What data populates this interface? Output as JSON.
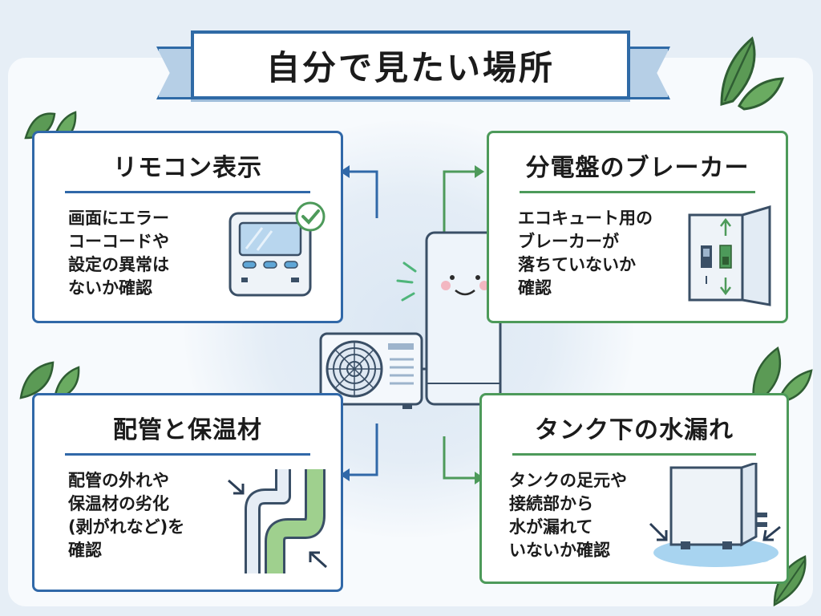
{
  "title": "自分で見たい場所",
  "cards": {
    "remote": {
      "title": "リモコン表示",
      "lines": [
        "画面にエラー",
        "コーコードや",
        "設定の異常は",
        "ないか確認"
      ]
    },
    "breaker": {
      "title": "分電盤のブレーカー",
      "lines": [
        "エコキュート用の",
        "ブレーカーが",
        "落ちていないか",
        "確認"
      ]
    },
    "piping": {
      "title": "配管と保温材",
      "lines": [
        "配管の外れや",
        "保温材の劣化",
        "(剥がれなど)を",
        "確認"
      ]
    },
    "leak": {
      "title": "タンク下の水漏れ",
      "lines": [
        "タンクの足元や",
        "接続部から",
        "水が漏れて",
        "いないか確認"
      ]
    }
  },
  "colors": {
    "blue": "#3068a8",
    "green": "#4d9a5a",
    "leaf": "#5b9a55",
    "background": "#e6eef6"
  },
  "icons": [
    "remote-control-icon",
    "check-icon",
    "breaker-panel-icon",
    "pipe-insulation-icon",
    "tank-leak-icon",
    "leaf-icon",
    "outdoor-unit-icon",
    "storage-tank-icon"
  ]
}
